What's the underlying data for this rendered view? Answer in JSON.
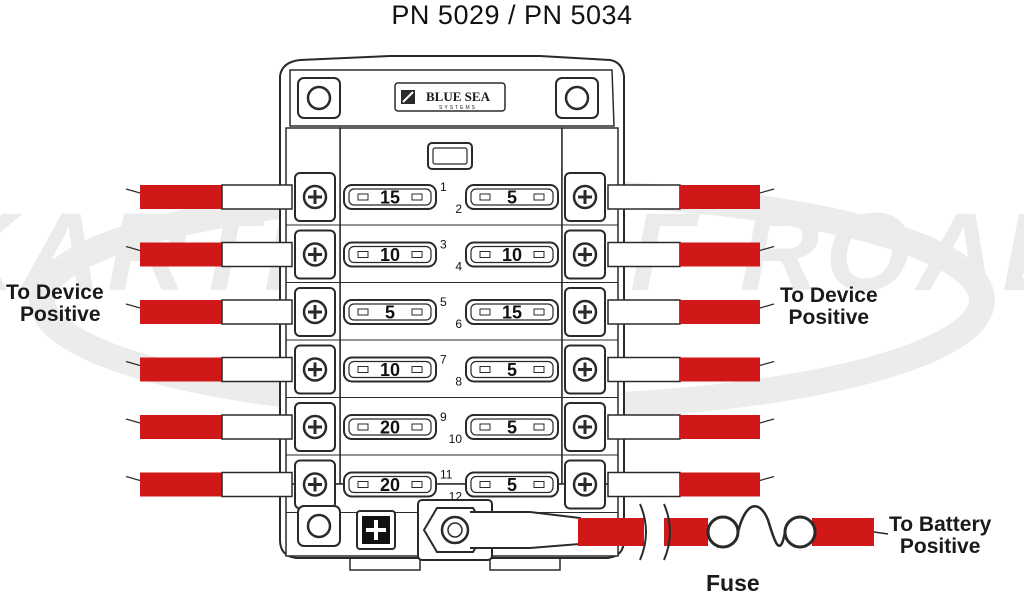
{
  "title": "PN 5029 / PN 5034",
  "brand": "BLUE SEA",
  "brand_sub": "SYSTEMS",
  "watermark": "KARTEK OFF ROAD",
  "labels": {
    "left": [
      "To Device",
      "Positive"
    ],
    "right": [
      "To Device",
      "Positive"
    ],
    "battery": [
      "To Battery",
      "Positive"
    ],
    "fuse": "Fuse"
  },
  "fuses": [
    {
      "position": "1",
      "rating": "15"
    },
    {
      "position": "2",
      "rating": "5"
    },
    {
      "position": "3",
      "rating": "10"
    },
    {
      "position": "4",
      "rating": "10"
    },
    {
      "position": "5",
      "rating": "5"
    },
    {
      "position": "6",
      "rating": "15"
    },
    {
      "position": "7",
      "rating": "10"
    },
    {
      "position": "8",
      "rating": "5"
    },
    {
      "position": "9",
      "rating": "20"
    },
    {
      "position": "10",
      "rating": "5"
    },
    {
      "position": "11",
      "rating": "20"
    },
    {
      "position": "12",
      "rating": "5"
    }
  ],
  "colors": {
    "wire": "#d01818",
    "outline": "#2a2a2a",
    "watermark": "#e6e6e6",
    "panel": "#ffffff"
  },
  "icons": [
    "terminal-screw-icon",
    "plus-icon",
    "fuse-symbol-icon",
    "ring-terminal-icon"
  ]
}
